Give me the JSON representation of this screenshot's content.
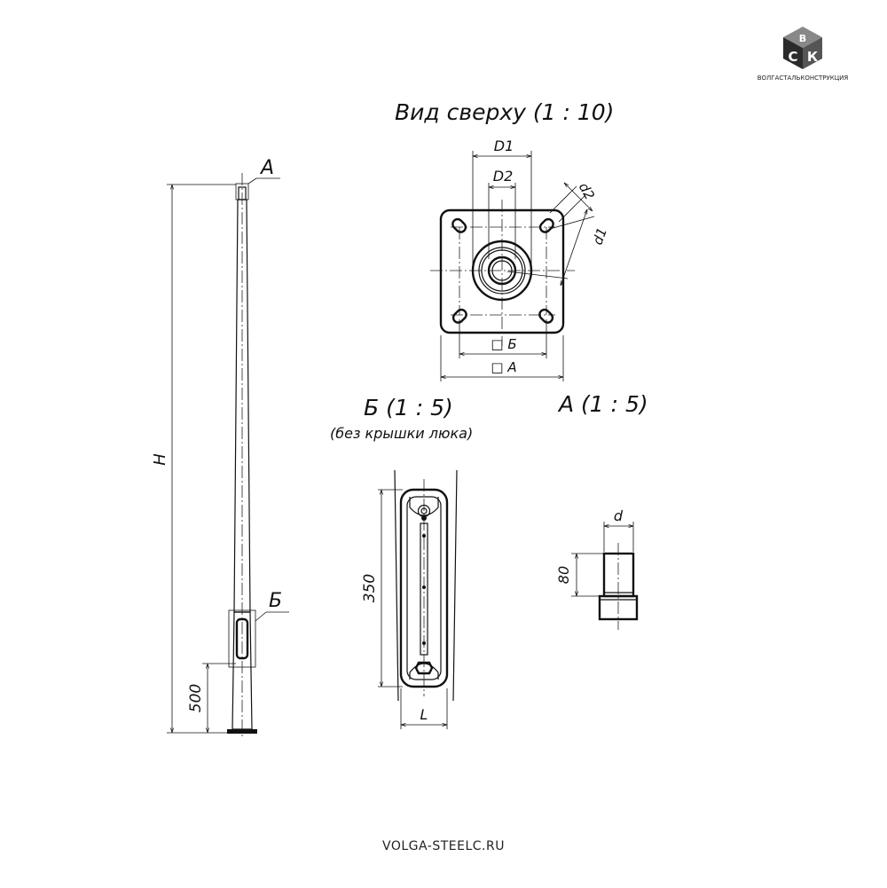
{
  "logo": {
    "letters": [
      "В",
      "С",
      "К"
    ],
    "company_name": "ВОЛГАСТАЛЬКОНСТРУКЦИЯ"
  },
  "website": "VOLGA-STEELC.RU",
  "drawing": {
    "top_view_title": "Вид сверху (1 : 10)",
    "detail_b_title": "Б   (1 : 5)",
    "detail_b_note": "(без крышки люка)",
    "detail_a_title": "А   (1 : 5)",
    "labels": {
      "mark_a": "А",
      "mark_b": "Б",
      "height": "H",
      "hatch_offset": "500",
      "d1_top": "D1",
      "d2_top": "D2",
      "d2_small": "d2",
      "d1_small": "d1",
      "square_b": "□ Б",
      "square_a": "□ А",
      "hatch_length": "350",
      "hatch_width": "L",
      "tip_diameter": "d",
      "tip_length": "80"
    }
  },
  "colors": {
    "line": "#111111",
    "logo_dark": "#2b2b2b",
    "logo_mid": "#555555",
    "logo_light": "#888888"
  }
}
